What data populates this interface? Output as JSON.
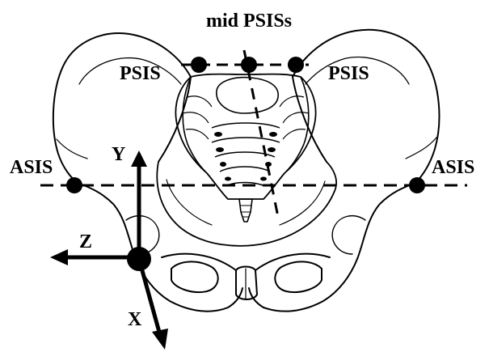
{
  "labels": {
    "mid_psis": "mid PSISs",
    "psis_left": "PSIS",
    "psis_right": "PSIS",
    "asis_left": "ASIS",
    "asis_right": "ASIS",
    "axis_x": "X",
    "axis_y": "Y",
    "axis_z": "Z"
  },
  "colors": {
    "ink": "#000000",
    "background": "#ffffff"
  }
}
